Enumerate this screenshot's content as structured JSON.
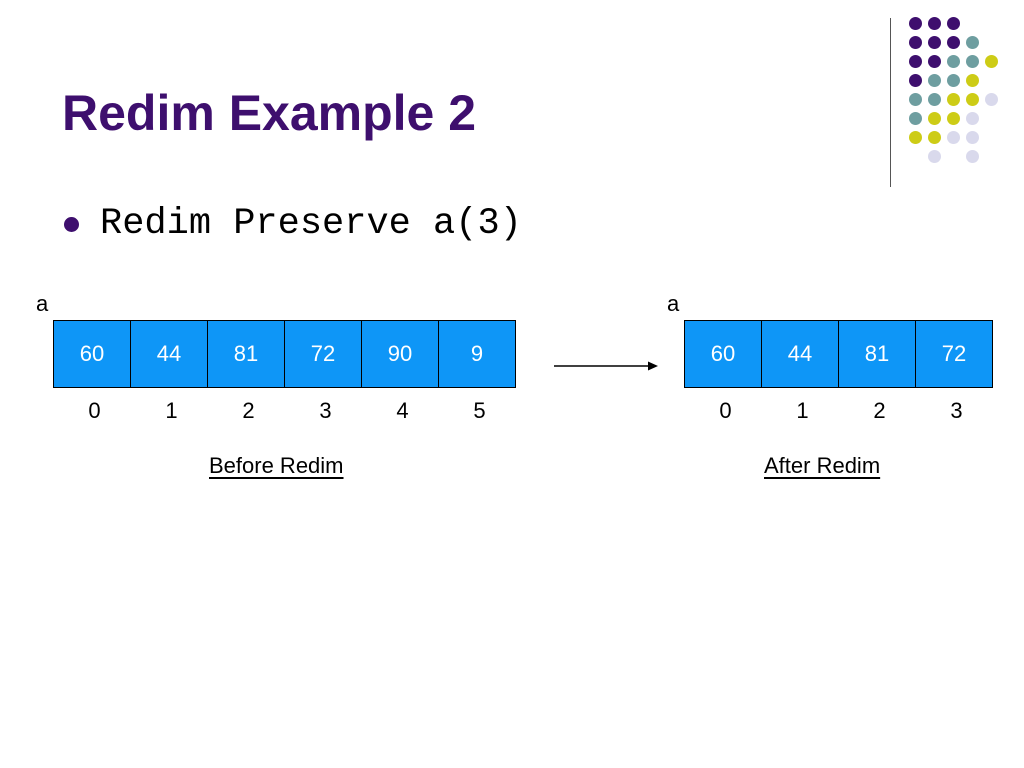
{
  "slide": {
    "title": "Redim Example 2",
    "bullet": "Redim Preserve a(3)"
  },
  "before": {
    "array_name": "a",
    "values": [
      "60",
      "44",
      "81",
      "72",
      "90",
      "9"
    ],
    "indices": [
      "0",
      "1",
      "2",
      "3",
      "4",
      "5"
    ],
    "caption": "Before Redim"
  },
  "after": {
    "array_name": "a",
    "values": [
      "60",
      "44",
      "81",
      "72"
    ],
    "indices": [
      "0",
      "1",
      "2",
      "3"
    ],
    "caption": "After Redim"
  },
  "colors": {
    "title": "#3e0f6e",
    "cell_fill": "#0e96f7",
    "decor_purple": "#3e0f6e",
    "decor_teal": "#6e9ea0",
    "decor_yellow": "#cdcc16",
    "decor_lavender": "#d9d9ec"
  }
}
